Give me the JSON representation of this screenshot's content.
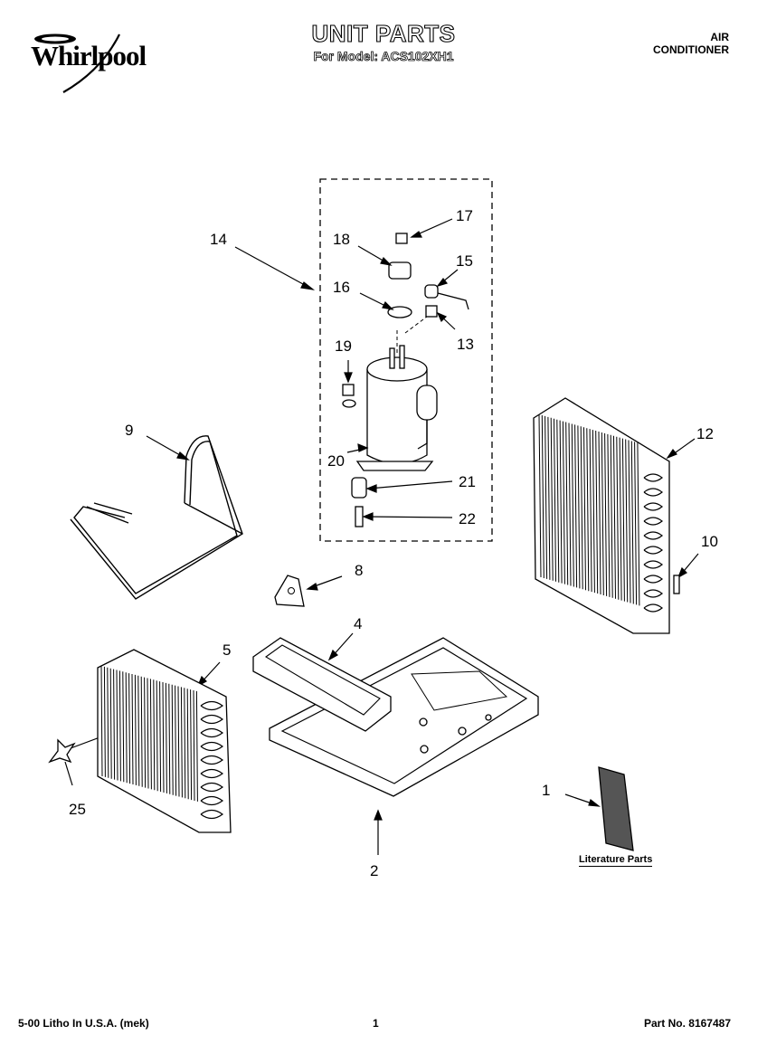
{
  "header": {
    "brand": "Whirlpool",
    "title": "UNIT PARTS",
    "subtitle": "For Model: ACS102XH1",
    "type_line1": "AIR",
    "type_line2": "CONDITIONER"
  },
  "callouts": {
    "c1": "1",
    "c2": "2",
    "c4": "4",
    "c5": "5",
    "c8": "8",
    "c9": "9",
    "c10": "10",
    "c12": "12",
    "c13": "13",
    "c14": "14",
    "c15": "15",
    "c16": "16",
    "c17": "17",
    "c18": "18",
    "c19": "19",
    "c20": "20",
    "c21": "21",
    "c22": "22",
    "c25": "25"
  },
  "literature_label": "Literature Parts",
  "footer": {
    "left": "5-00 Litho In U.S.A. (mek)",
    "page": "1",
    "part_no": "Part No. 8167487"
  }
}
